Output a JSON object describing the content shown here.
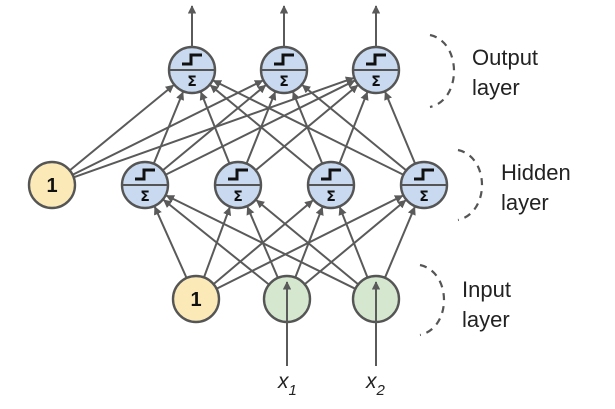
{
  "layers": {
    "output": {
      "line1": "Output",
      "line2": "layer"
    },
    "hidden": {
      "line1": "Hidden",
      "line2": "layer"
    },
    "input": {
      "line1": "Input",
      "line2": "layer"
    }
  },
  "bias_label": "1",
  "sum_symbol": "Σ",
  "inputs": [
    {
      "var": "x",
      "sub": "1"
    },
    {
      "var": "x",
      "sub": "2"
    }
  ],
  "colors": {
    "sum_node": "#c9daf0",
    "input_node": "#d5e8cf",
    "bias_node": "#fbeab8",
    "stroke": "#555555"
  }
}
